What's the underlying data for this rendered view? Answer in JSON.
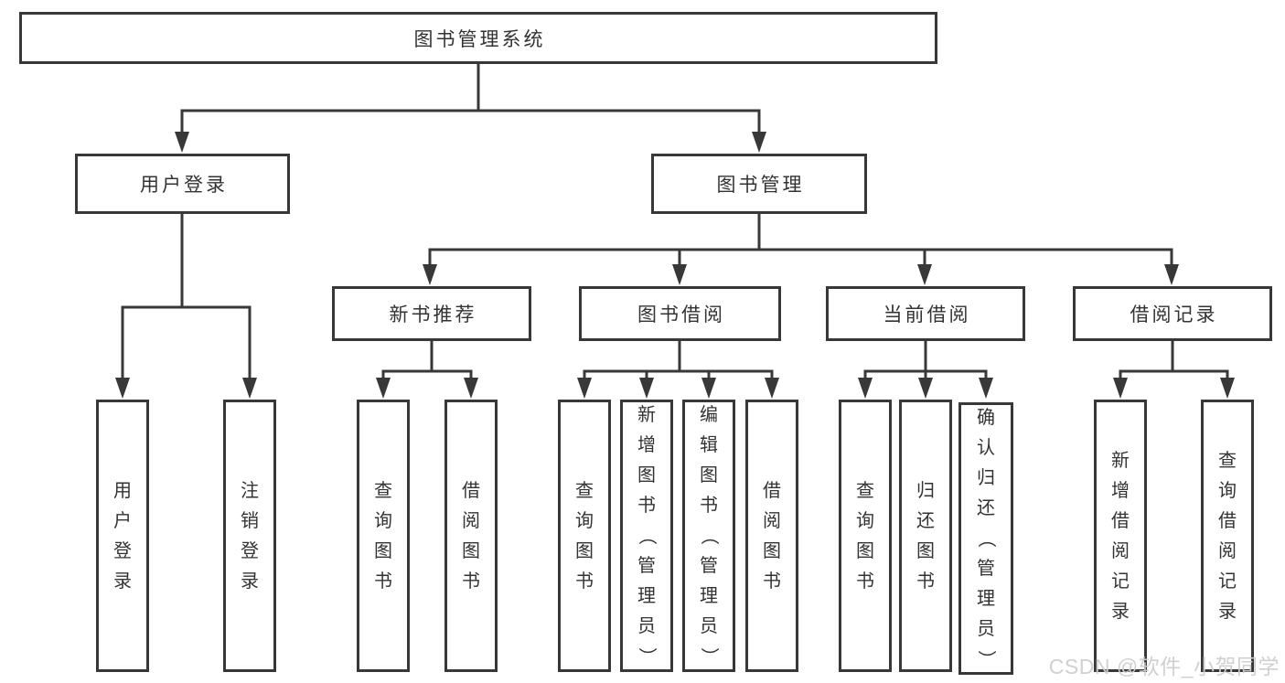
{
  "tree": {
    "root": "图书管理系统",
    "branches": [
      {
        "label": "用户登录",
        "children": [
          "用户登录",
          "注销登录"
        ]
      },
      {
        "label": "图书管理",
        "children": [
          {
            "label": "新书推荐",
            "children": [
              "查询图书",
              "借阅图书"
            ]
          },
          {
            "label": "图书借阅",
            "children": [
              "查询图书",
              "新增图书（管理员）",
              "编辑图书（管理员）",
              "借阅图书"
            ]
          },
          {
            "label": "当前借阅",
            "children": [
              "查询图书",
              "归还图书",
              "确认归还（管理员）"
            ]
          },
          {
            "label": "借阅记录",
            "children": [
              "新增借阅记录",
              "查询借阅记录"
            ]
          }
        ]
      }
    ]
  },
  "watermark": "CSDN @软件_小贺同学",
  "colors": {
    "line": "#383838",
    "text": "#333333",
    "watermark": "#cdcdcd"
  }
}
